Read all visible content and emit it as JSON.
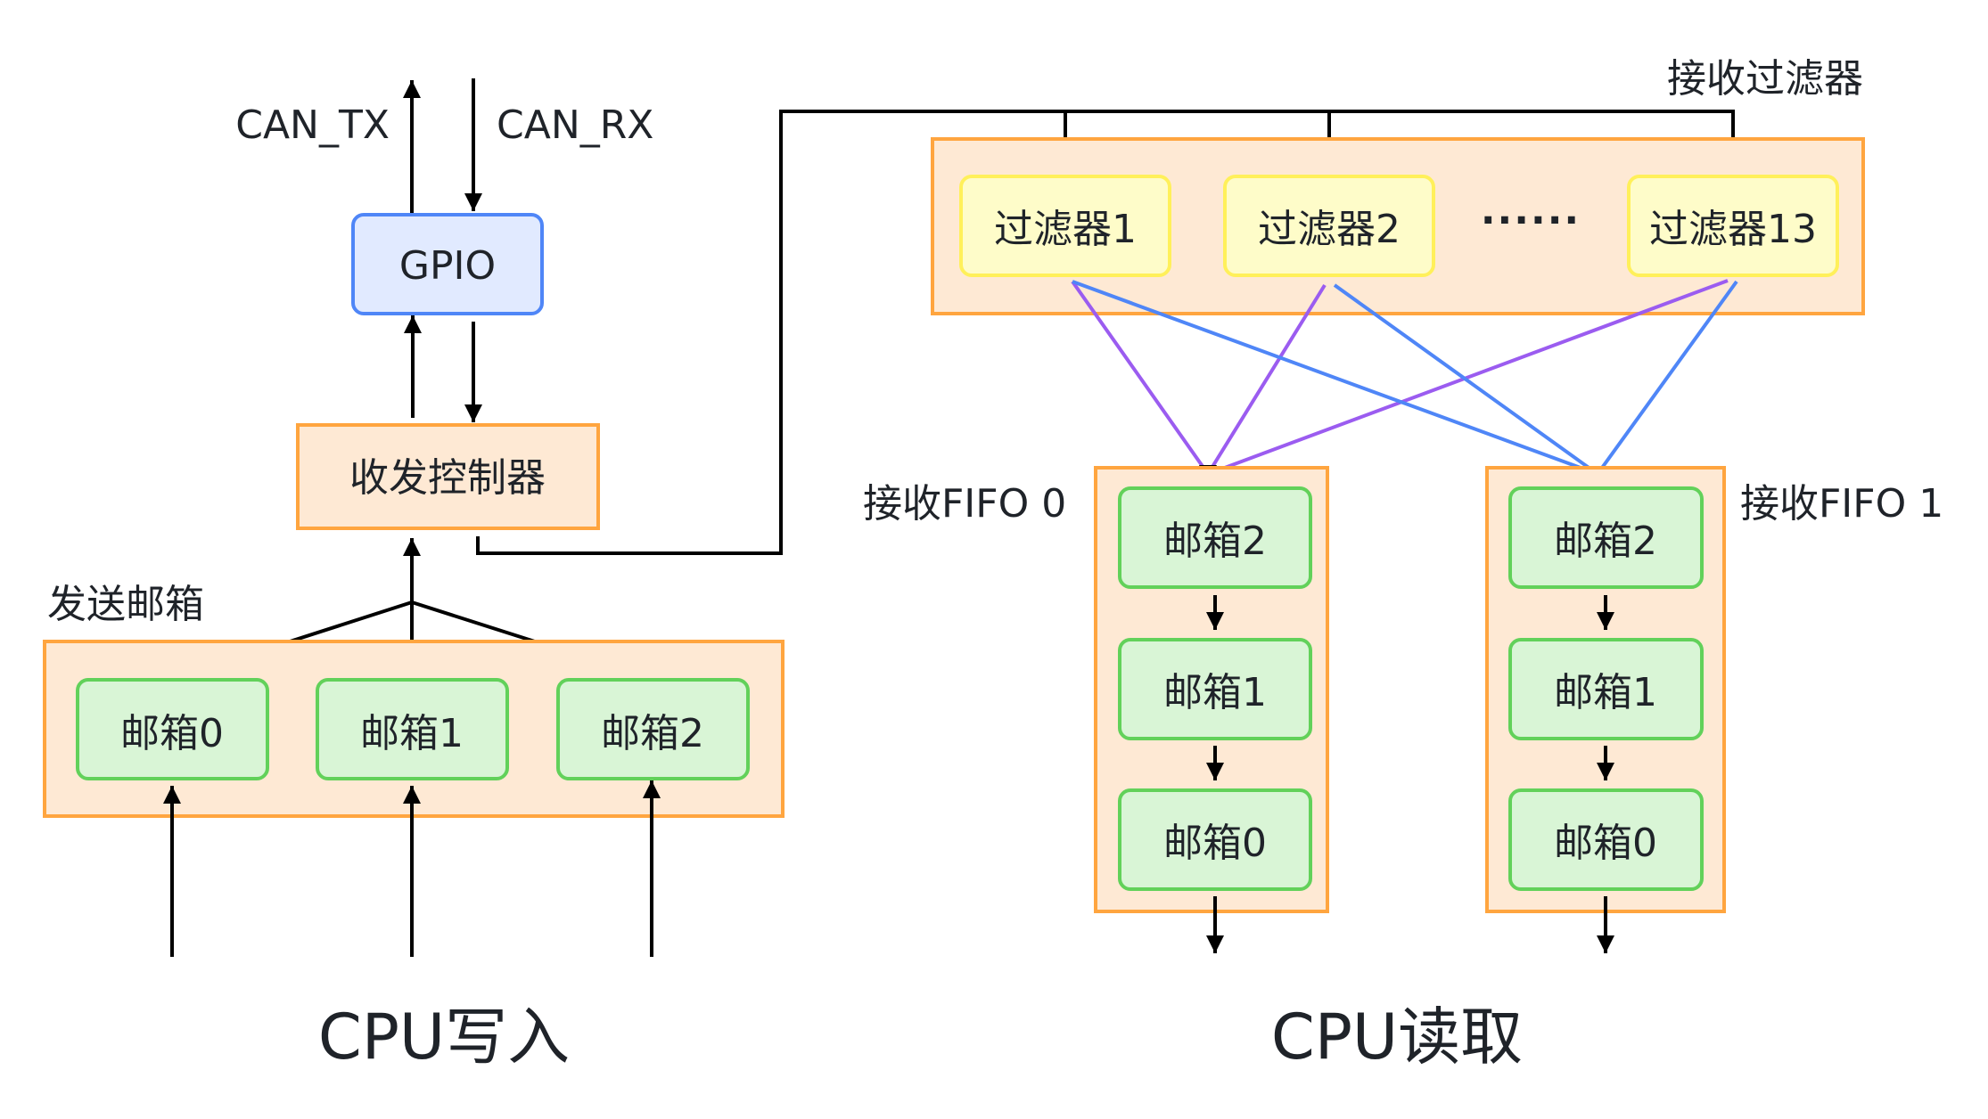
{
  "pins": {
    "tx_label": "CAN_TX",
    "rx_label": "CAN_RX"
  },
  "gpio": {
    "label": "GPIO"
  },
  "controller": {
    "label": "收发控制器"
  },
  "tx_mailboxes": {
    "title": "发送邮箱",
    "items": [
      "邮箱0",
      "邮箱1",
      "邮箱2"
    ]
  },
  "filters": {
    "title": "接收过滤器",
    "items": [
      "过滤器1",
      "过滤器2",
      "过滤器13"
    ],
    "ellipsis": "······"
  },
  "fifo0": {
    "title": "接收FIFO 0",
    "items": [
      "邮箱2",
      "邮箱1",
      "邮箱0"
    ]
  },
  "fifo1": {
    "title": "接收FIFO 1",
    "items": [
      "邮箱2",
      "邮箱1",
      "邮箱0"
    ]
  },
  "footer": {
    "cpu_write": "CPU写入",
    "cpu_read": "CPU读取"
  },
  "colors": {
    "container_fill": "#fee9d4",
    "container_stroke": "#ffa53f",
    "mailbox_fill": "#d9f5d6",
    "mailbox_stroke": "#62d15a",
    "filter_fill": "#fefcc9",
    "filter_stroke": "#fff05a",
    "gpio_fill": "#e1eaff",
    "gpio_stroke": "#4f86f7",
    "route_fifo0": "#9b5cf0",
    "route_fifo1": "#4f86f7"
  }
}
